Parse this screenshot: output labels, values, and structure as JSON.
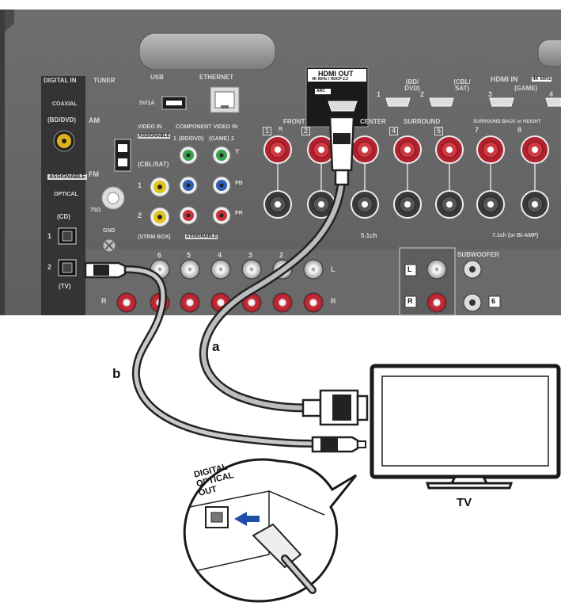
{
  "panel": {
    "digital_in": "DIGITAL IN",
    "coaxial": "COAXIAL",
    "coaxial_bd_dvd": "(BD/DVD)",
    "assignable": "ASSIGNABLE",
    "optical": "OPTICAL",
    "optical_1_label": "(CD)",
    "optical_1_num": "1",
    "optical_2_num": "2",
    "optical_2_label": "(TV)",
    "tuner": "TUNER",
    "am": "AM",
    "fm": "FM",
    "fm_ohm": "75Ω",
    "gnd": "GND",
    "usb": "USB",
    "usb_rating": "5V/1A",
    "ethernet": "ETHERNET",
    "video_in": "VIDEO IN",
    "video_assignable": "ASSIGNABLE",
    "video_cbl_sat": "(CBL/SAT)",
    "video_1": "1",
    "video_2": "2",
    "video_strm_box": "(STRM BOX)",
    "component_video_in": "COMPONENT VIDEO IN",
    "component_1": "1",
    "component_1_label": "(BD/DVD)",
    "component_2": "2",
    "component_2_label": "(GAME)",
    "component_y": "Y",
    "component_pb": "PB",
    "component_pr": "PR",
    "component_assignable": "ASSIGNABLE",
    "hdmi_out": "HDMI OUT",
    "hdmi_out_sub": "4K 60Hz / HDCP 2.2",
    "arc": "ARC",
    "hdmi_in": "HDMI IN",
    "hdmi_in_sub": "4K 60Hz",
    "hdmi_in_1": "1",
    "hdmi_in_1_label": "(BD/ DVD)",
    "hdmi_in_2": "2",
    "hdmi_in_2_label": "(CBL/ SAT)",
    "hdmi_in_3": "3",
    "hdmi_in_3_label": "(GAME)",
    "hdmi_in_4": "4",
    "front": "FRONT",
    "center": "CENTER",
    "surround": "SURROUND",
    "surround_back": "SURROUND BACK or HEIGHT",
    "sp_1": "1",
    "sp_2": "2",
    "sp_4": "4",
    "sp_5": "5",
    "sp_7": "7",
    "sp_8": "8",
    "r": "R",
    "l": "L",
    "ch_51": "5.1ch",
    "ch_71": "7.1ch (or Bi-AMP)",
    "audio_6": "6",
    "audio_5": "5",
    "audio_4": "4",
    "audio_3": "3",
    "audio_2": "2",
    "audio_l": "L",
    "audio_r": "R",
    "subwoofer": "SUBWOOFER",
    "sub_l": "L",
    "sub_r": "R",
    "sub_6": "6"
  },
  "cables": {
    "a": "a",
    "b": "b"
  },
  "tv": {
    "label": "TV",
    "port_label": "DIGITAL OPTICAL OUT"
  }
}
